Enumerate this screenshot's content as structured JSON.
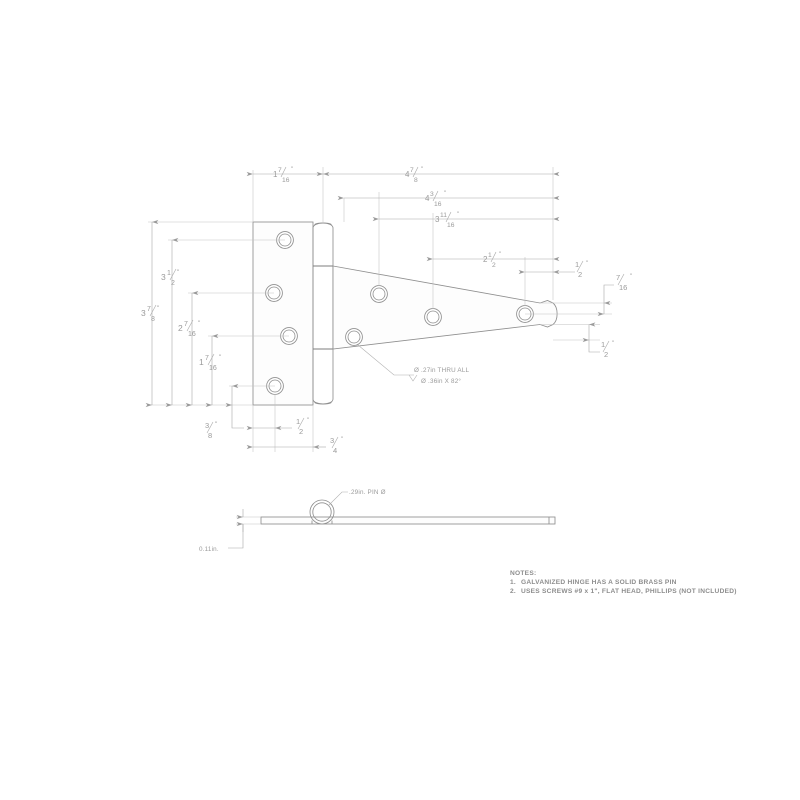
{
  "drawing": {
    "title": "T-Hinge Technical Drawing",
    "line_color": "#9a9a9a",
    "text_color": "#8d8d8d",
    "thin_color": "#bfbfbf",
    "background": "#ffffff"
  },
  "front_view": {
    "name": "front-view",
    "left_dimensions": [
      {
        "id": "overall-height",
        "value": "3",
        "fraction_num": "7",
        "fraction_den": "8",
        "unit": "\""
      },
      {
        "id": "hole-1-to-bottom",
        "value": "3",
        "fraction_num": "1",
        "fraction_den": "2",
        "unit": "\""
      },
      {
        "id": "hole-2-to-bottom",
        "value": "2",
        "fraction_num": "7",
        "fraction_den": "16",
        "unit": "\""
      },
      {
        "id": "hole-3-to-bottom",
        "value": "1",
        "fraction_num": "7",
        "fraction_den": "16",
        "unit": "\""
      },
      {
        "id": "hole-4-to-bottom",
        "value": "",
        "fraction_num": "3",
        "fraction_den": "8",
        "unit": "\""
      }
    ],
    "top_dimensions": [
      {
        "id": "leaf-width",
        "value": "1",
        "fraction_num": "7",
        "fraction_den": "16",
        "unit": "\""
      },
      {
        "id": "overall-length",
        "value": "4",
        "fraction_num": "7",
        "fraction_den": "8",
        "unit": "\""
      },
      {
        "id": "tip-hole-distance",
        "value": "4",
        "fraction_num": "3",
        "fraction_den": "16",
        "unit": "\""
      },
      {
        "id": "mid-hole-distance",
        "value": "3",
        "fraction_num": "11",
        "fraction_den": "16",
        "unit": "\""
      },
      {
        "id": "inner-hole-distance",
        "value": "2",
        "fraction_num": "1",
        "fraction_den": "2",
        "unit": "\""
      },
      {
        "id": "tip-edge-offset",
        "value": "",
        "fraction_num": "1",
        "fraction_den": "2",
        "unit": "\""
      }
    ],
    "bottom_dimensions": [
      {
        "id": "hole-edge-offset",
        "value": "",
        "fraction_num": "1",
        "fraction_den": "2",
        "unit": "\""
      },
      {
        "id": "hole-center-offset",
        "value": "",
        "fraction_num": "3",
        "fraction_den": "4",
        "unit": "\""
      }
    ],
    "right_dimensions": [
      {
        "id": "strap-upper-offset",
        "value": "",
        "fraction_num": "7",
        "fraction_den": "16",
        "unit": "\""
      },
      {
        "id": "strap-lower-offset",
        "value": "",
        "fraction_num": "1",
        "fraction_den": "2",
        "unit": "\""
      }
    ],
    "hole_callout": {
      "line1": "Ø .27in THRU ALL",
      "line2": "Ø .36in X 82°"
    }
  },
  "side_view": {
    "name": "side-view",
    "pin_callout": ".29in. PIN Ø",
    "thickness_callout": "0.11in."
  },
  "notes": {
    "heading": "NOTES:",
    "items": [
      {
        "num": "1.",
        "text": "GALVANIZED HINGE HAS A SOLID BRASS PIN"
      },
      {
        "num": "2.",
        "text": "USES SCREWS #9 x 1\", FLAT HEAD, PHILLIPS (NOT INCLUDED)"
      }
    ]
  }
}
